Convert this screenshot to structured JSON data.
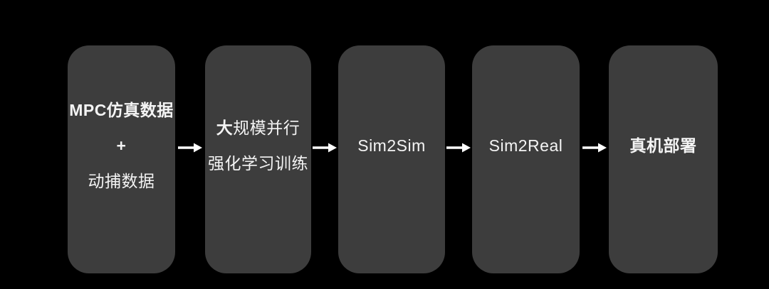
{
  "page": {
    "background_color": "#000000",
    "description": "Training pipeline flow diagram"
  },
  "flow": {
    "box_fill_color": "#3d3d3d",
    "text_color": "#f4f4f4",
    "arrow_color": "#ffffff",
    "arrow_count": 4,
    "nodes": [
      {
        "name": "data-sources",
        "lines": [
          [
            {
              "t": "MPC仿真数据",
              "b": true
            }
          ],
          [
            {
              "t": "+",
              "b": true
            }
          ],
          [
            {
              "t": "动捕数据",
              "b": false
            }
          ]
        ]
      },
      {
        "name": "rl-training",
        "lines": [
          [
            {
              "t": "大",
              "b": true
            },
            {
              "t": "规模并行",
              "b": false
            }
          ],
          [
            {
              "t": "强化学习训练",
              "b": false
            }
          ]
        ]
      },
      {
        "name": "sim2sim",
        "lines": [
          [
            {
              "t": "Sim2Sim",
              "b": false
            }
          ]
        ]
      },
      {
        "name": "sim2real",
        "lines": [
          [
            {
              "t": "Sim2Real",
              "b": false
            }
          ]
        ]
      },
      {
        "name": "real-robot-deployment",
        "lines": [
          [
            {
              "t": "真机部署",
              "b": true
            }
          ]
        ]
      }
    ]
  }
}
